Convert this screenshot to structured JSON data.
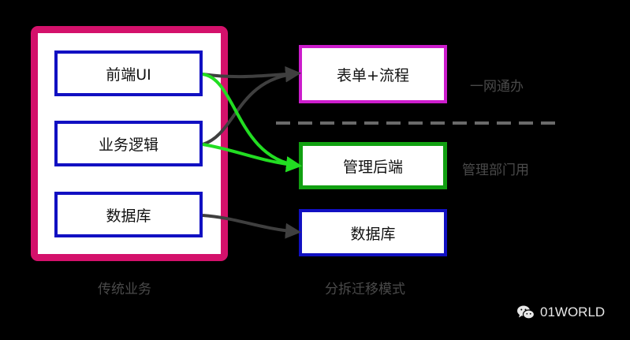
{
  "left_group": {
    "boxes": [
      "前端UI",
      "业务逻辑",
      "数据库"
    ],
    "caption": "传统业务"
  },
  "right_group": {
    "boxes": [
      "表单+流程",
      "管理后端",
      "数据库"
    ],
    "caption": "分拆迁移模式"
  },
  "side_labels": {
    "top": "一网通办",
    "middle": "管理部门用"
  },
  "watermark": {
    "text": "01WORLD",
    "icon": "wechat-icon"
  },
  "colors": {
    "background": "#000000",
    "outer_frame": "#d4116b",
    "blue_border": "#1110c2",
    "magenta_border": "#cc1ccc",
    "green_border": "#11a011",
    "gray_arrow": "#3f3f3f",
    "green_arrow": "#22dd22",
    "caption_text": "#4a4a4a"
  }
}
